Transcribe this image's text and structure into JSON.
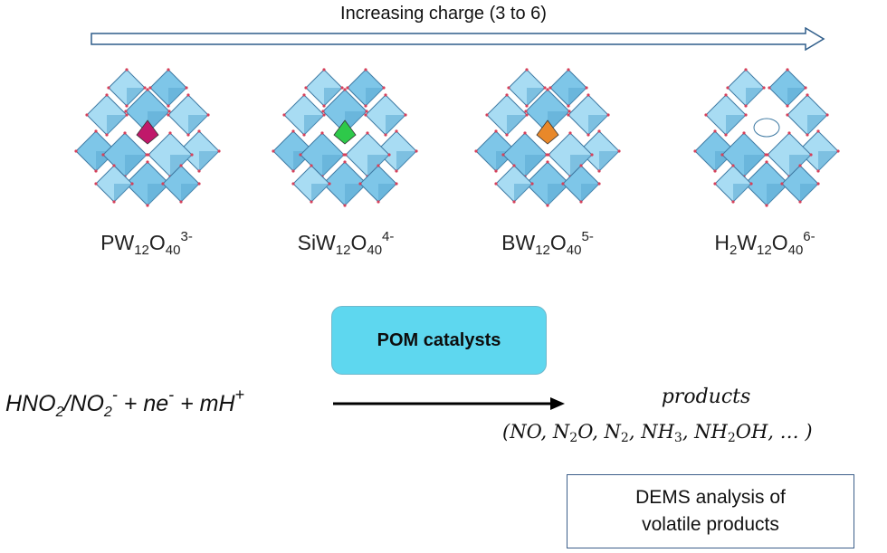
{
  "arrow_label": "Increasing charge (3 to 6)",
  "clusters": [
    {
      "formula": "PW",
      "sub1": "12",
      "o": "O",
      "sub2": "40",
      "charge": "3-",
      "center_color": "#c0186a"
    },
    {
      "formula": "SiW",
      "sub1": "12",
      "o": "O",
      "sub2": "40",
      "charge": "4-",
      "center_color": "#2ec94a"
    },
    {
      "formula": "BW",
      "sub1": "12",
      "o": "O",
      "sub2": "40",
      "charge": "5-",
      "center_color": "#e8882a"
    },
    {
      "prefix": "H",
      "prefix_sub": "2",
      "formula": "W",
      "sub1": "12",
      "o": "O",
      "sub2": "40",
      "charge": "6-",
      "center_color": ""
    }
  ],
  "catalyst_label": "POM catalysts",
  "reaction": {
    "r1": "HNO",
    "r1_sub": "2",
    "r2": "/NO",
    "r2_sub": "2",
    "r2_sup": "-",
    "r3": " + ne",
    "r3_sup": "-",
    "r4": " + mH",
    "r4_sup": "+"
  },
  "products_title": "products",
  "products": {
    "p_open": "(NO, N",
    "p_sub1": "2",
    "p_mid1": "O, N",
    "p_sub2": "2",
    "p_mid2": ", NH",
    "p_sub3": "3",
    "p_mid3": ", NH",
    "p_sub4": "2",
    "p_close": "OH, … )"
  },
  "dems_line1": "DEMS analysis of",
  "dems_line2": "volatile products",
  "colors": {
    "polyhedra": "#7ec6e8",
    "polyhedra_dark": "#5aa9d1",
    "polyhedra_light": "#a8dcf3",
    "catalyst_box": "#5ed7ef",
    "arrow_outline": "#2f5d8a"
  }
}
